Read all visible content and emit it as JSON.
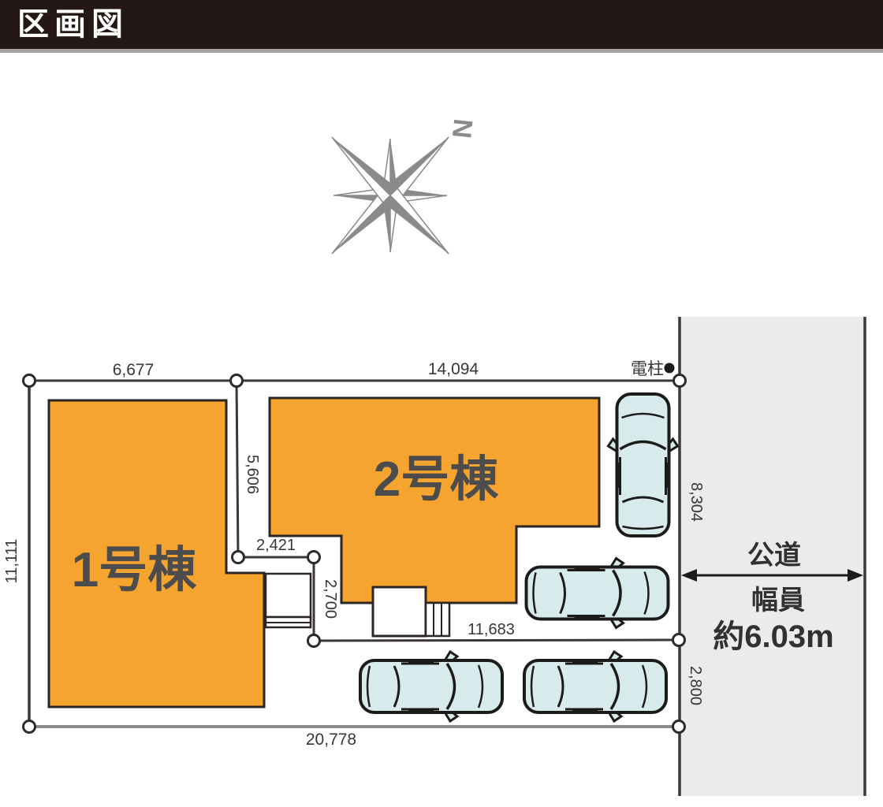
{
  "header": {
    "title": "区画図"
  },
  "compass": {
    "north_label": "N"
  },
  "plot": {
    "building1_label": "1号棟",
    "building2_label": "2号棟",
    "dim_top_left": "6,677",
    "dim_top_right": "14,094",
    "dim_left": "11,111",
    "dim_divider_upper": "5,606",
    "dim_step_horizontal": "2,421",
    "dim_step_vertical": "2,700",
    "dim_divider_lower": "11,683",
    "dim_bottom": "20,778",
    "dim_right_upper": "8,304",
    "dim_right_lower": "2,800",
    "utility_pole_label": "電柱"
  },
  "road": {
    "type_label": "公道",
    "width_label": "幅員",
    "width_value": "約6.03m"
  },
  "colors": {
    "header_bg": "#231815",
    "building_fill": "#F5A42F",
    "road_fill": "#EBEBEB",
    "car_fill": "#D8EBEC",
    "compass_gray": "#8A8A8A",
    "line_dark": "#3D3733"
  }
}
